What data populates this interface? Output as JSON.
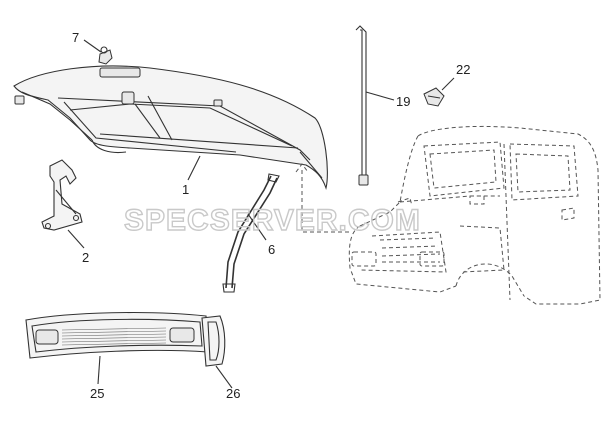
{
  "watermark": "SPECSERVER.COM",
  "callouts": [
    {
      "id": "p7",
      "label": "7"
    },
    {
      "id": "p22",
      "label": "22"
    },
    {
      "id": "p19",
      "label": "19"
    },
    {
      "id": "p1",
      "label": "1"
    },
    {
      "id": "p2",
      "label": "2"
    },
    {
      "id": "p6",
      "label": "6"
    },
    {
      "id": "p25",
      "label": "25"
    },
    {
      "id": "p26",
      "label": "26"
    }
  ],
  "colors": {
    "line": "#333333",
    "watermark": "#c9c9c9",
    "background": "#ffffff"
  }
}
